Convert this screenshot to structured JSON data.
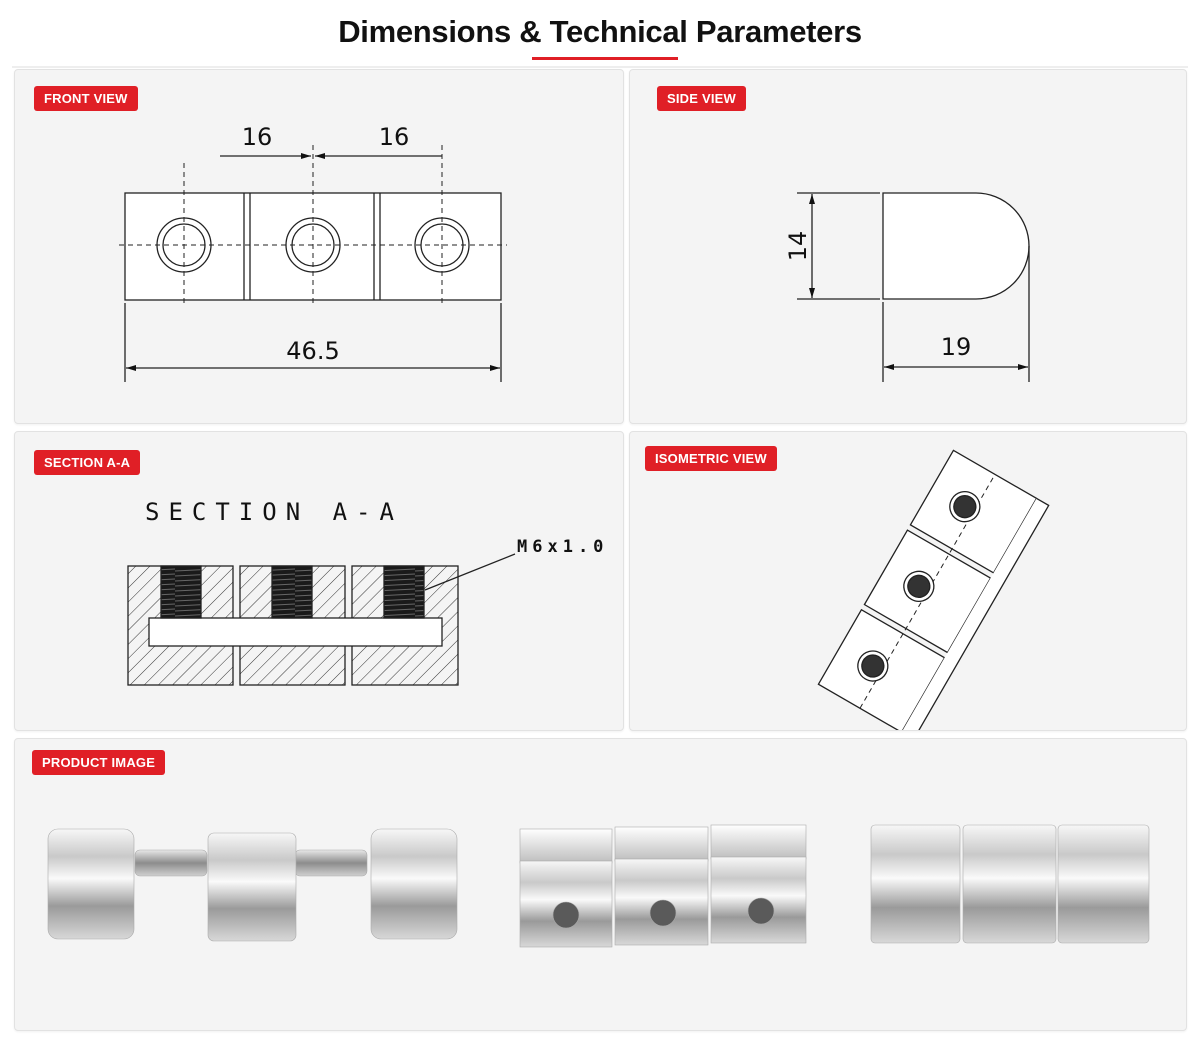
{
  "page": {
    "title": "Dimensions & Technical Parameters",
    "accent_color": "#e01f26"
  },
  "front_view": {
    "badge": "FRONT VIEW",
    "dim_pitch_left": "16",
    "dim_pitch_right": "16",
    "dim_total_length": "46.5"
  },
  "side_view": {
    "badge": "SIDE VIEW",
    "dim_height": "14",
    "dim_depth": "19"
  },
  "section_view": {
    "badge": "SECTION A-A",
    "heading": "SECTION A-A",
    "thread_callout": "M6x1.0"
  },
  "isometric_view": {
    "badge": "ISOMETRIC VIEW"
  },
  "product_image": {
    "badge": "PRODUCT IMAGE",
    "photos": [
      "exploded-hinge",
      "assembled-hinge-holes",
      "assembled-hinge-plain"
    ]
  }
}
